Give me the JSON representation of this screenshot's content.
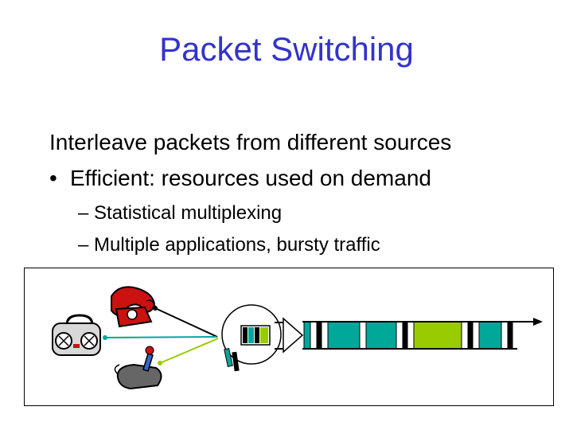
{
  "slide": {
    "title": "Packet Switching",
    "line1": "Interleave packets from different sources",
    "bullet_glyph": "•",
    "bullet1": "Efficient: resources used on demand",
    "sub1": "– Statistical multiplexing",
    "sub2": "– Multiple applications, bursty traffic"
  },
  "diagram": {
    "sources": [
      "telephone-icon",
      "boombox-icon",
      "joystick-icon"
    ],
    "link_packets": [
      {
        "color": "#00a89a"
      },
      {
        "color": "#000000"
      },
      {
        "color": "#00a89a"
      },
      {
        "color": "#00a89a"
      },
      {
        "color": "#000000"
      },
      {
        "color": "#99cc00"
      },
      {
        "color": "#000000"
      },
      {
        "color": "#00a89a"
      },
      {
        "color": "#000000"
      }
    ],
    "colors": {
      "teal": "#00a89a",
      "green": "#99cc00",
      "black": "#000000",
      "phone_red": "#cc1111"
    }
  }
}
